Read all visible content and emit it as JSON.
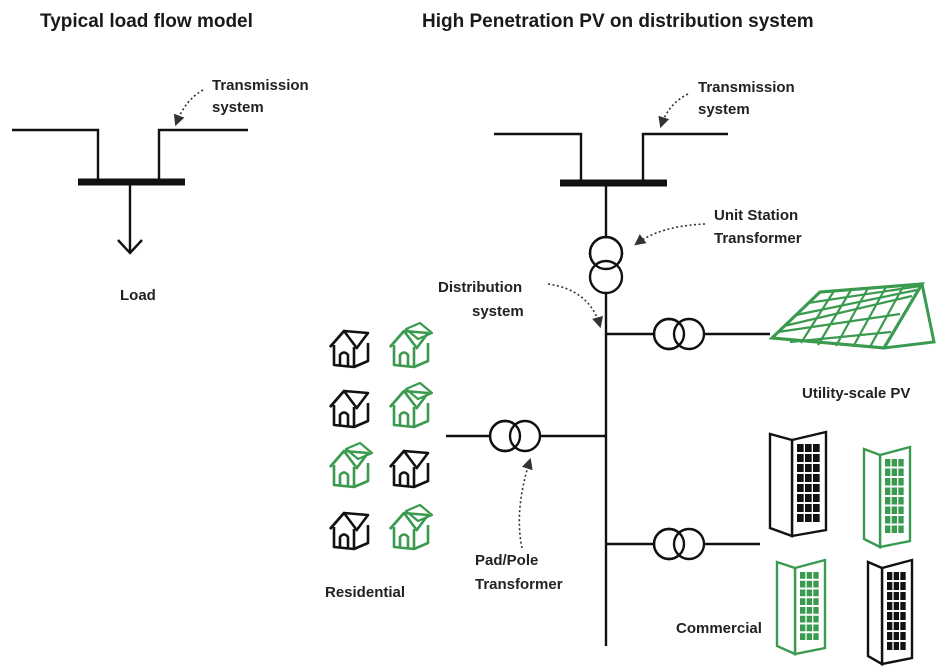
{
  "titles": {
    "left": "Typical load flow model",
    "right": "High Penetration PV on distribution system"
  },
  "labels": {
    "transmission_left": [
      "Transmission",
      "system"
    ],
    "transmission_right": [
      "Transmission",
      "system"
    ],
    "load": "Load",
    "unit_station": [
      "Unit Station",
      "Transformer"
    ],
    "distribution": [
      "Distribution",
      "system"
    ],
    "utility_pv": "Utility-scale PV",
    "residential": "Residential",
    "pad_pole": [
      "Pad/Pole",
      "Transformer"
    ],
    "commercial": "Commercial"
  },
  "colors": {
    "line": "#111111",
    "pv_green": "#3a9a4f",
    "text": "#222222"
  },
  "residential_houses": [
    [
      "black",
      "green"
    ],
    [
      "black",
      "green"
    ],
    [
      "green",
      "black"
    ],
    [
      "black",
      "green"
    ]
  ],
  "icons": {
    "house": "house-icon",
    "solar_panel": "solar-panel-icon",
    "building": "office-building-icon",
    "transformer": "transformer-icon",
    "load_arrow": "load-arrow-icon"
  }
}
